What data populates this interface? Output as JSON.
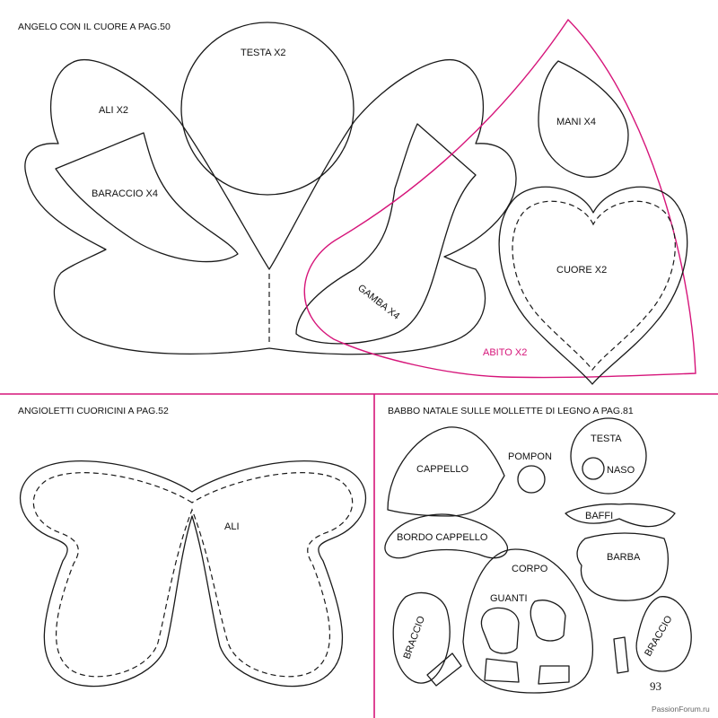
{
  "sections": {
    "angelo": {
      "title": "ANGELO CON IL CUORE A PAG.50",
      "labels": {
        "testa": "TESTA X2",
        "ali": "ALI X2",
        "braccio": "BARACCIO X4",
        "mani": "MANI X4",
        "cuore": "CUORE X2",
        "gamba": "GAMBA X4",
        "abito": "ABITO X2"
      }
    },
    "angioletti": {
      "title": "ANGIOLETTI CUORICINI A PAG.52",
      "labels": {
        "ali": "ALI"
      }
    },
    "babbo": {
      "title": "BABBO NATALE SULLE MOLLETTE DI LEGNO A PAG.81",
      "labels": {
        "cappello": "CAPPELLO",
        "pompon": "POMPON",
        "testa": "TESTA",
        "naso": "NASO",
        "baffi": "BAFFI",
        "bordo_cappello": "BORDO CAPPELLO",
        "barba": "BARBA",
        "corpo": "CORPO",
        "guanti": "GUANTI",
        "braccio_left": "BRACCIO",
        "braccio_right": "BRACCIO"
      }
    }
  },
  "page_number": "93",
  "watermark": "PassionForum.ru",
  "colors": {
    "accent": "#d6157a",
    "ink": "#1a1a1a"
  }
}
